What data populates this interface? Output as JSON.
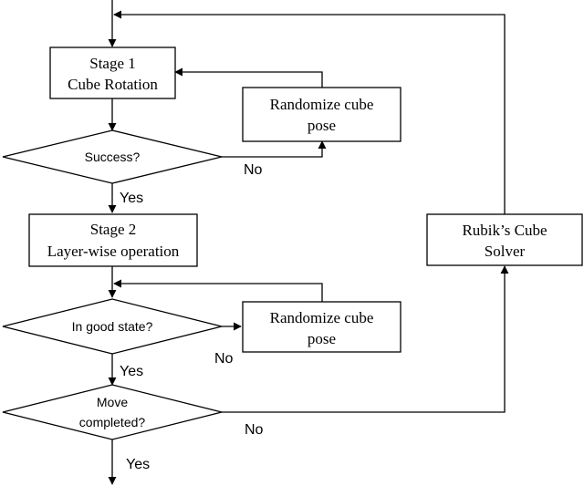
{
  "nodes": {
    "stage1": {
      "line1": "Stage 1",
      "line2": "Cube Rotation"
    },
    "randomize1": {
      "line1": "Randomize cube",
      "line2": "pose"
    },
    "success": {
      "label": "Success?"
    },
    "stage2": {
      "line1": "Stage 2",
      "line2": "Layer-wise operation"
    },
    "randomize2": {
      "line1": "Randomize cube",
      "line2": "pose"
    },
    "good_state": {
      "label": "In good state?"
    },
    "move_completed": {
      "line1": "Move",
      "line2": "completed?"
    },
    "solver": {
      "line1": "Rubik’s Cube",
      "line2": "Solver"
    }
  },
  "edges": {
    "success_yes": "Yes",
    "success_no": "No",
    "good_state_yes": "Yes",
    "good_state_no": "No",
    "move_yes": "Yes",
    "move_no": "No"
  }
}
